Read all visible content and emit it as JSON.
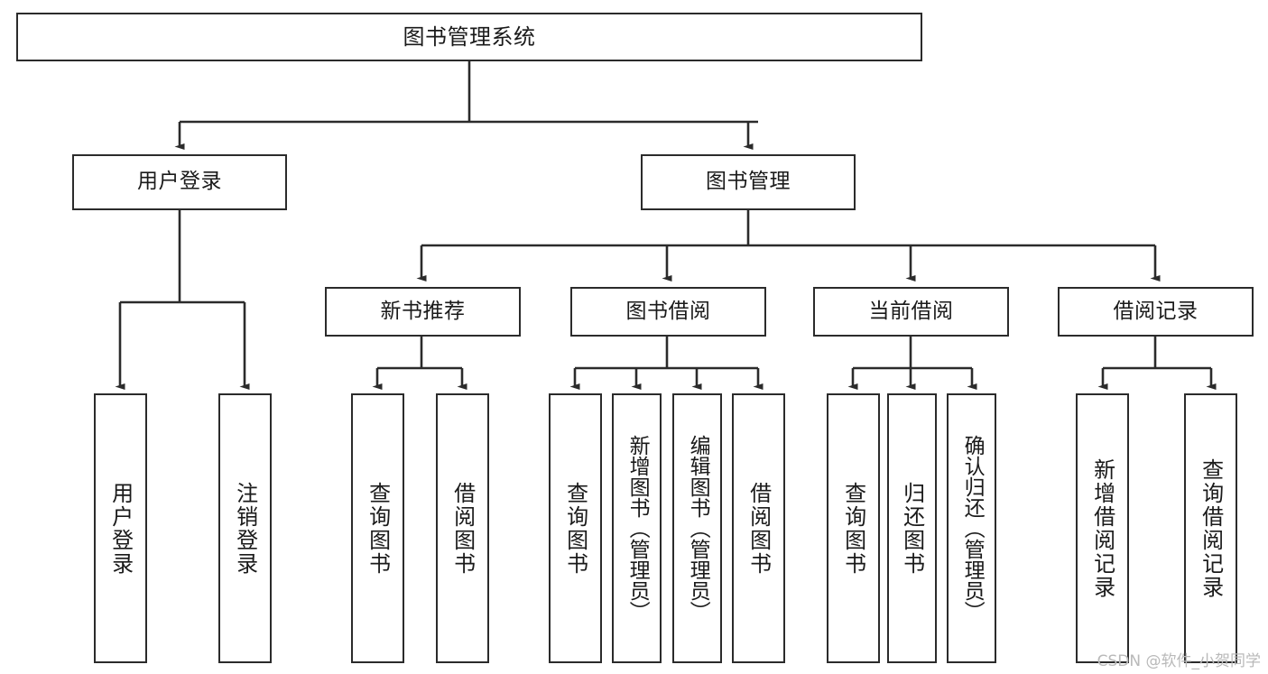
{
  "diagram": {
    "title": "图书管理系统",
    "type": "tree-hierarchy",
    "watermark": "CSDN @软件_小贺同学",
    "colors": {
      "background": "#ffffff",
      "box_border": "#2b2b2b",
      "box_fill": "#ffffff",
      "edge": "#2b2b2b",
      "text": "#1a1a1a",
      "watermark": "#b9b9b9"
    },
    "nodes": {
      "root": {
        "label": "图书管理系统"
      },
      "level1": [
        {
          "label": "用户登录"
        },
        {
          "label": "图书管理"
        }
      ],
      "level2": [
        {
          "label": "新书推荐"
        },
        {
          "label": "图书借阅"
        },
        {
          "label": "当前借阅"
        },
        {
          "label": "借阅记录"
        }
      ],
      "leaves_user_login": [
        {
          "label": "用户登录"
        },
        {
          "label": "注销登录"
        }
      ],
      "leaves_new_book": [
        {
          "label": "查询图书"
        },
        {
          "label": "借阅图书"
        }
      ],
      "leaves_borrow": [
        {
          "label": "查询图书"
        },
        {
          "label": "新增图书（管理员）"
        },
        {
          "label": "编辑图书（管理员）"
        },
        {
          "label": "借阅图书"
        }
      ],
      "leaves_current": [
        {
          "label": "查询图书"
        },
        {
          "label": "归还图书"
        },
        {
          "label": "确认归还（管理员）"
        }
      ],
      "leaves_records": [
        {
          "label": "新增借阅记录"
        },
        {
          "label": "查询借阅记录"
        }
      ]
    }
  }
}
